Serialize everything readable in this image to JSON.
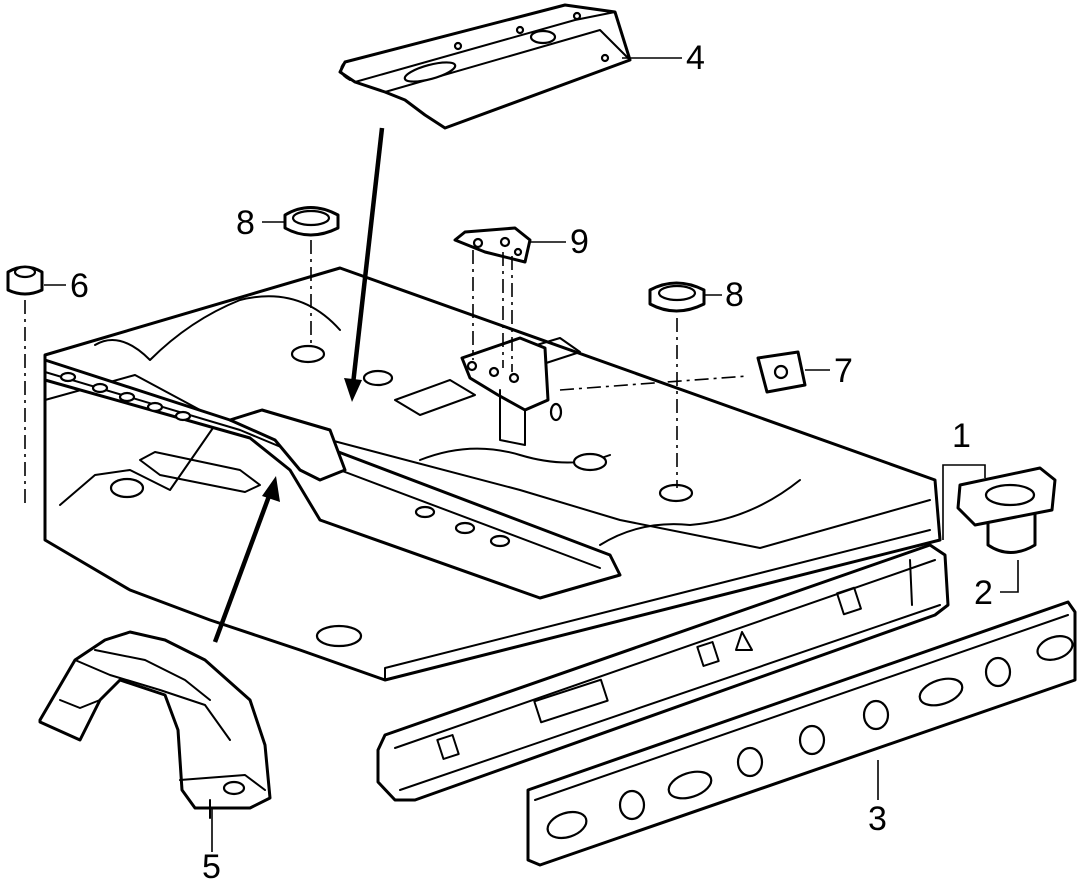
{
  "callouts": {
    "c1": "1",
    "c2": "2",
    "c3": "3",
    "c4": "4",
    "c5": "5",
    "c6": "6",
    "c7": "7",
    "c8a": "8",
    "c8b": "8",
    "c9": "9"
  },
  "colors": {
    "ink": "#000000",
    "paper": "#ffffff"
  }
}
